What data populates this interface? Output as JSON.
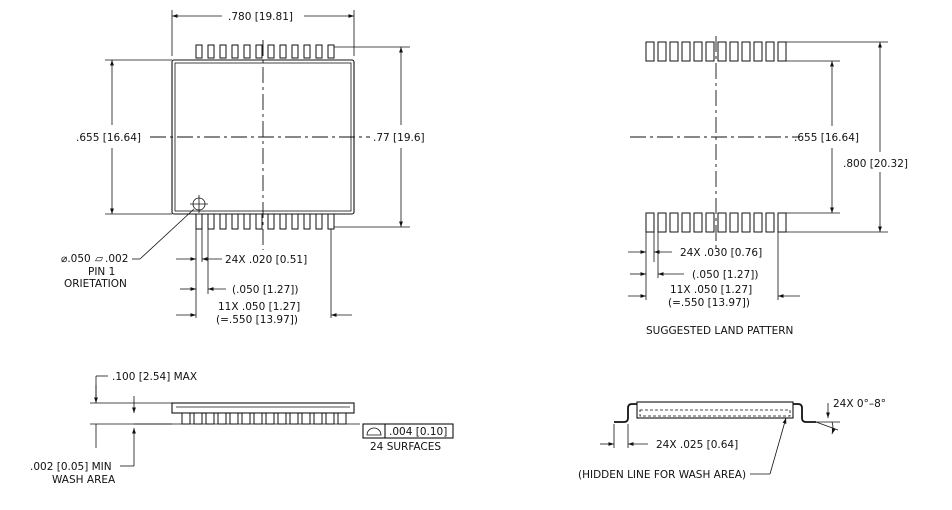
{
  "top_view": {
    "width_dim": ".780 [19.81]",
    "height_dim": ".655 [16.64]",
    "overall_height_dim": ".77 [19.6]",
    "pin1_tol_prefix": "⌀.050",
    "pin1_tol_value": ".002",
    "pin1_label_line1": "PIN 1",
    "pin1_label_line2": "ORIETATION",
    "pin_width_dim": "24X .020 [0.51]",
    "pitch_dim": "(.050 [1.27])",
    "span_dim_line1": "11X .050 [1.27]",
    "span_dim_line2": "(=.550 [13.97])"
  },
  "land_pattern": {
    "height_dim": ".655 [16.64]",
    "overall_dim": ".800 [20.32]",
    "pad_width_dim": "24X .030 [0.76]",
    "pitch_dim": "(.050 [1.27])",
    "span_dim_line1": "11X .050 [1.27]",
    "span_dim_line2": "(=.550 [13.97])",
    "caption": "SUGGESTED LAND PATTERN"
  },
  "side_view": {
    "max_height_dim": ".100 [2.54] MAX",
    "standoff_dim_line1": ".002 [0.05] MIN",
    "standoff_dim_line2": "WASH AREA",
    "flatness_value": ".004 [0.10]",
    "flatness_note": "24 SURFACES"
  },
  "end_view": {
    "lead_angle_dim": "24X 0°–8°",
    "lead_length_dim": "24X .025 [0.64]",
    "hidden_line_note": "(HIDDEN LINE FOR WASH AREA)"
  }
}
